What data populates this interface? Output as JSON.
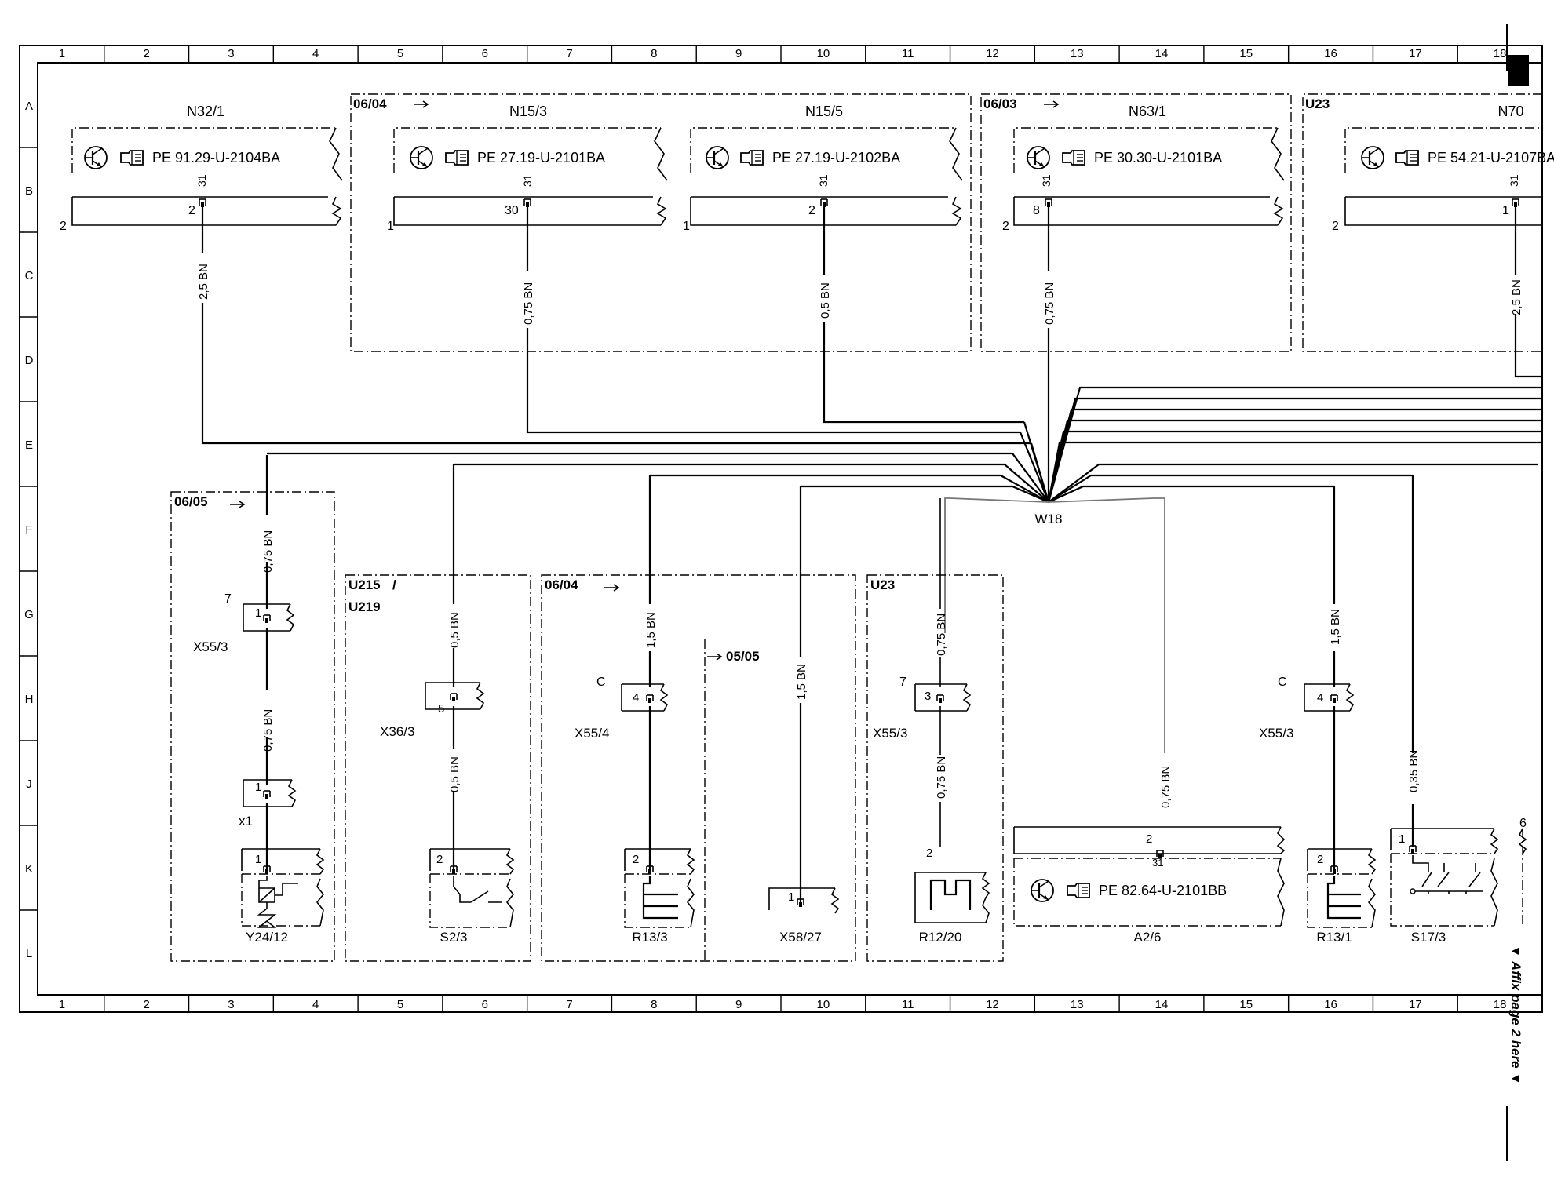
{
  "grid": {
    "columns": [
      "1",
      "2",
      "3",
      "4",
      "5",
      "6",
      "7",
      "8",
      "9",
      "10",
      "11",
      "12",
      "13",
      "14",
      "15",
      "16",
      "17",
      "18"
    ],
    "rows": [
      "A",
      "B",
      "C",
      "D",
      "E",
      "F",
      "G",
      "H",
      "J",
      "K",
      "L"
    ]
  },
  "top_units": [
    {
      "id": "N32/1",
      "ref": "PE 91.29-U-2104BA",
      "pin": "2",
      "pin_label": "31",
      "side": "2",
      "wire": "2,5 BN"
    },
    {
      "id": "N15/3",
      "ref": "PE 27.19-U-2101BA",
      "pin": "30",
      "pin_label": "31",
      "side": "1",
      "wire": "0,75 BN"
    },
    {
      "id": "N15/5",
      "ref": "PE 27.19-U-2102BA",
      "pin": "2",
      "pin_label": "31",
      "side": "1",
      "wire": "0,5 BN"
    },
    {
      "id": "N63/1",
      "ref": "PE 30.30-U-2101BA",
      "pin": "8",
      "pin_label": "31",
      "side": "2",
      "wire": "0,75 BN"
    },
    {
      "id": "N70",
      "ref": "PE 54.21-U-2107BA",
      "pin": "1",
      "pin_label": "31",
      "side": "2",
      "wire": "2,5 BN"
    }
  ],
  "areas": {
    "a1": "06/04",
    "a2": "06/03",
    "a3": "U23",
    "b1": "06/05",
    "b2a": "U215",
    "b2b": "U219",
    "b3": "06/04",
    "b4": "U23"
  },
  "ground_point": "W18",
  "ref_0505": "05/05",
  "bottom": {
    "y24": {
      "conn1": "X55/3",
      "conn1_pin": "1",
      "conn1_side": "7",
      "wire1": "0,75 BN",
      "wire2": "0,75 BN",
      "conn2": "x1",
      "conn2_pin": "1",
      "pin": "1",
      "label": "Y24/12"
    },
    "s23": {
      "wire1": "0,5 BN",
      "conn": "X36/3",
      "conn_pin": "5",
      "wire2": "0,5 BN",
      "pin": "2",
      "label": "S2/3"
    },
    "r133": {
      "wire": "1,5 BN",
      "conn": "X55/4",
      "conn_pin": "4",
      "conn_side": "C",
      "pin": "2",
      "label": "R13/3"
    },
    "x58": {
      "wire": "1,5 BN",
      "pin": "1",
      "label": "X58/27"
    },
    "r1220": {
      "wire1": "0,75 BN",
      "conn": "X55/3",
      "conn_pin": "3",
      "conn_side": "7",
      "wire2": "0,75 BN",
      "pin": "2",
      "label": "R12/20"
    },
    "a26": {
      "wire": "0,75 BN",
      "pin": "2",
      "pin_label": "31",
      "ref": "PE 82.64-U-2101BB",
      "label": "A2/6"
    },
    "r131": {
      "wire": "1,5 BN",
      "conn": "X55/3",
      "conn_pin": "4",
      "conn_side": "C",
      "pin": "2",
      "label": "R13/1"
    },
    "s173": {
      "wire": "0,35 BN",
      "pin": "1",
      "side": "6",
      "label": "S17/3"
    }
  },
  "affix_note": "▼ Affix page 2 here ▼"
}
